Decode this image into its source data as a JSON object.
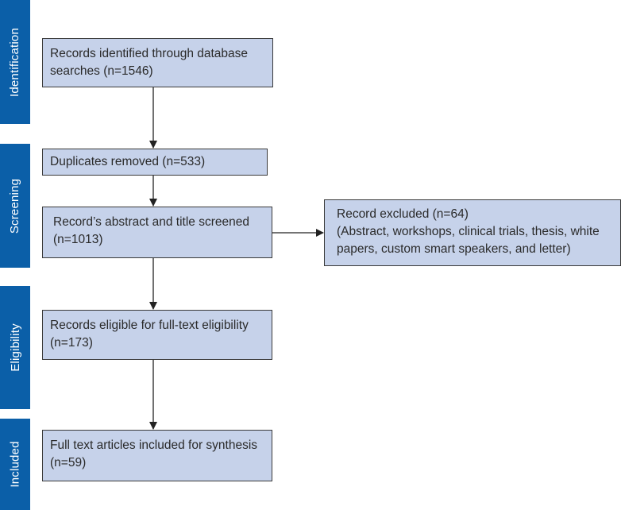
{
  "phases": [
    {
      "label": "Identification"
    },
    {
      "label": "Screening"
    },
    {
      "label": "Eligibility"
    },
    {
      "label": "Included"
    }
  ],
  "boxes": {
    "identified": {
      "line1": "Records identified through database",
      "line2": "searches (n=1546)"
    },
    "duplicates": {
      "line1": "Duplicates removed (n=533)"
    },
    "screened": {
      "line1": "Record’s abstract and title screened",
      "line2": "(n=1013)"
    },
    "excluded": {
      "line1": "Record excluded (n=64)",
      "line2": "(Abstract, workshops, clinical trials, thesis, white",
      "line3": "papers, custom smart speakers, and letter)"
    },
    "eligible": {
      "line1": "Records eligible for full-text eligibility",
      "line2": "(n=173)"
    },
    "included": {
      "line1": "Full text articles included for synthesis",
      "line2": "(n=59)"
    }
  },
  "colors": {
    "phase_bar": "#0b5fa8",
    "box_fill": "#c6d2ea",
    "box_border": "#3a3a3a",
    "arrow": "#222222"
  }
}
